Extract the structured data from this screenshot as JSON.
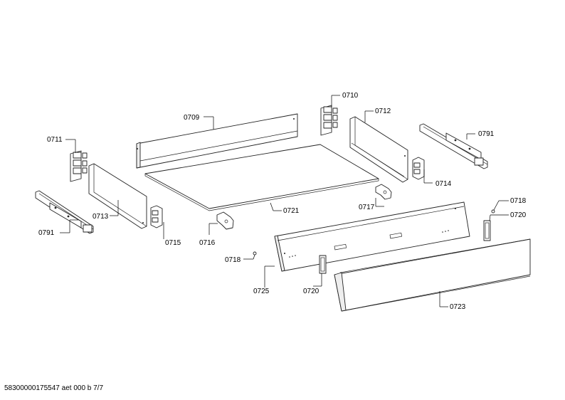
{
  "diagram": {
    "parts": {
      "p0709": "0709",
      "p0710": "0710",
      "p0711": "0711",
      "p0712": "0712",
      "p0713": "0713",
      "p0714": "0714",
      "p0715": "0715",
      "p0716": "0716",
      "p0717": "0717",
      "p0718a": "0718",
      "p0718b": "0718",
      "p0720a": "0720",
      "p0720b": "0720",
      "p0721": "0721",
      "p0723": "0723",
      "p0725": "0725",
      "p0791a": "0791",
      "p0791b": "0791"
    }
  },
  "footer": {
    "doc_id": "58300000175547 aet 000 b 7/7"
  }
}
